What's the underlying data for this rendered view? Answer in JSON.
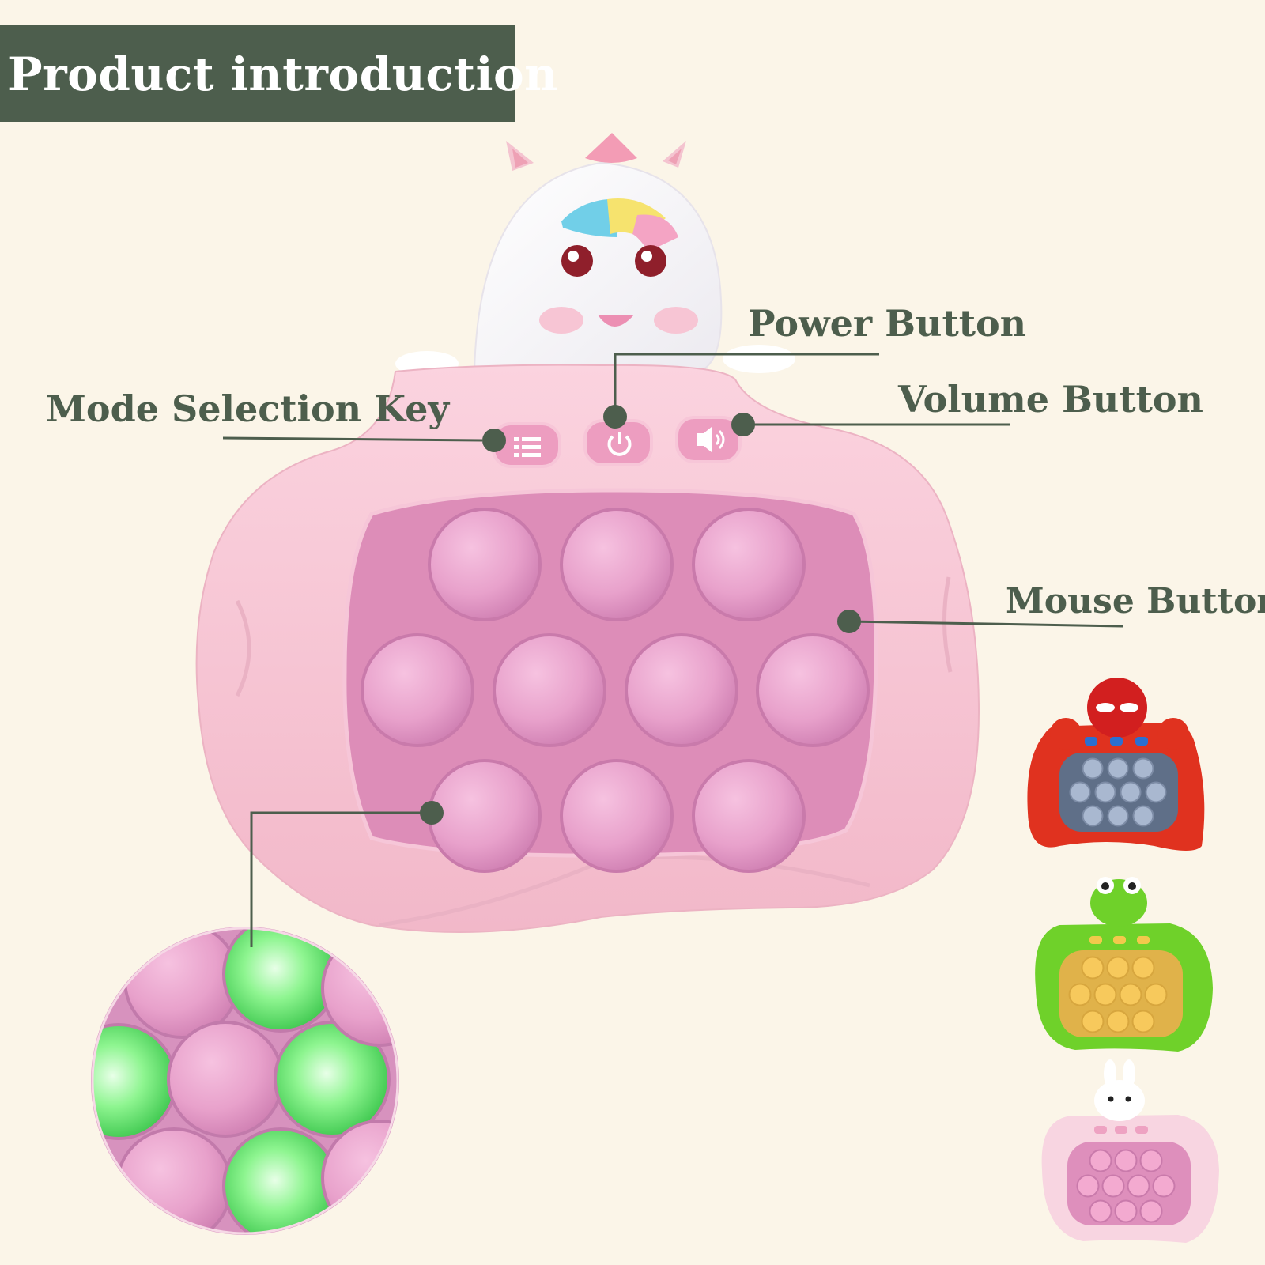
{
  "header": {
    "title": "Product introduction"
  },
  "callouts": {
    "power": "Power Button",
    "mode": "Mode Selection Key",
    "volume": "Volume Button",
    "mouse": "Mouse Button"
  },
  "colors": {
    "background": "#fbf5e8",
    "title_bar": "#4d5e4d",
    "callout_text": "#4d5e4d",
    "toy_body": "#f6c7d6",
    "bubble": "#e9a4cd",
    "glow": "#5de76a"
  },
  "icons": {
    "mode": "list-icon",
    "power": "power-icon",
    "volume": "speaker-icon"
  },
  "variants": [
    "spider-red",
    "frog-green",
    "bunny-pink"
  ]
}
